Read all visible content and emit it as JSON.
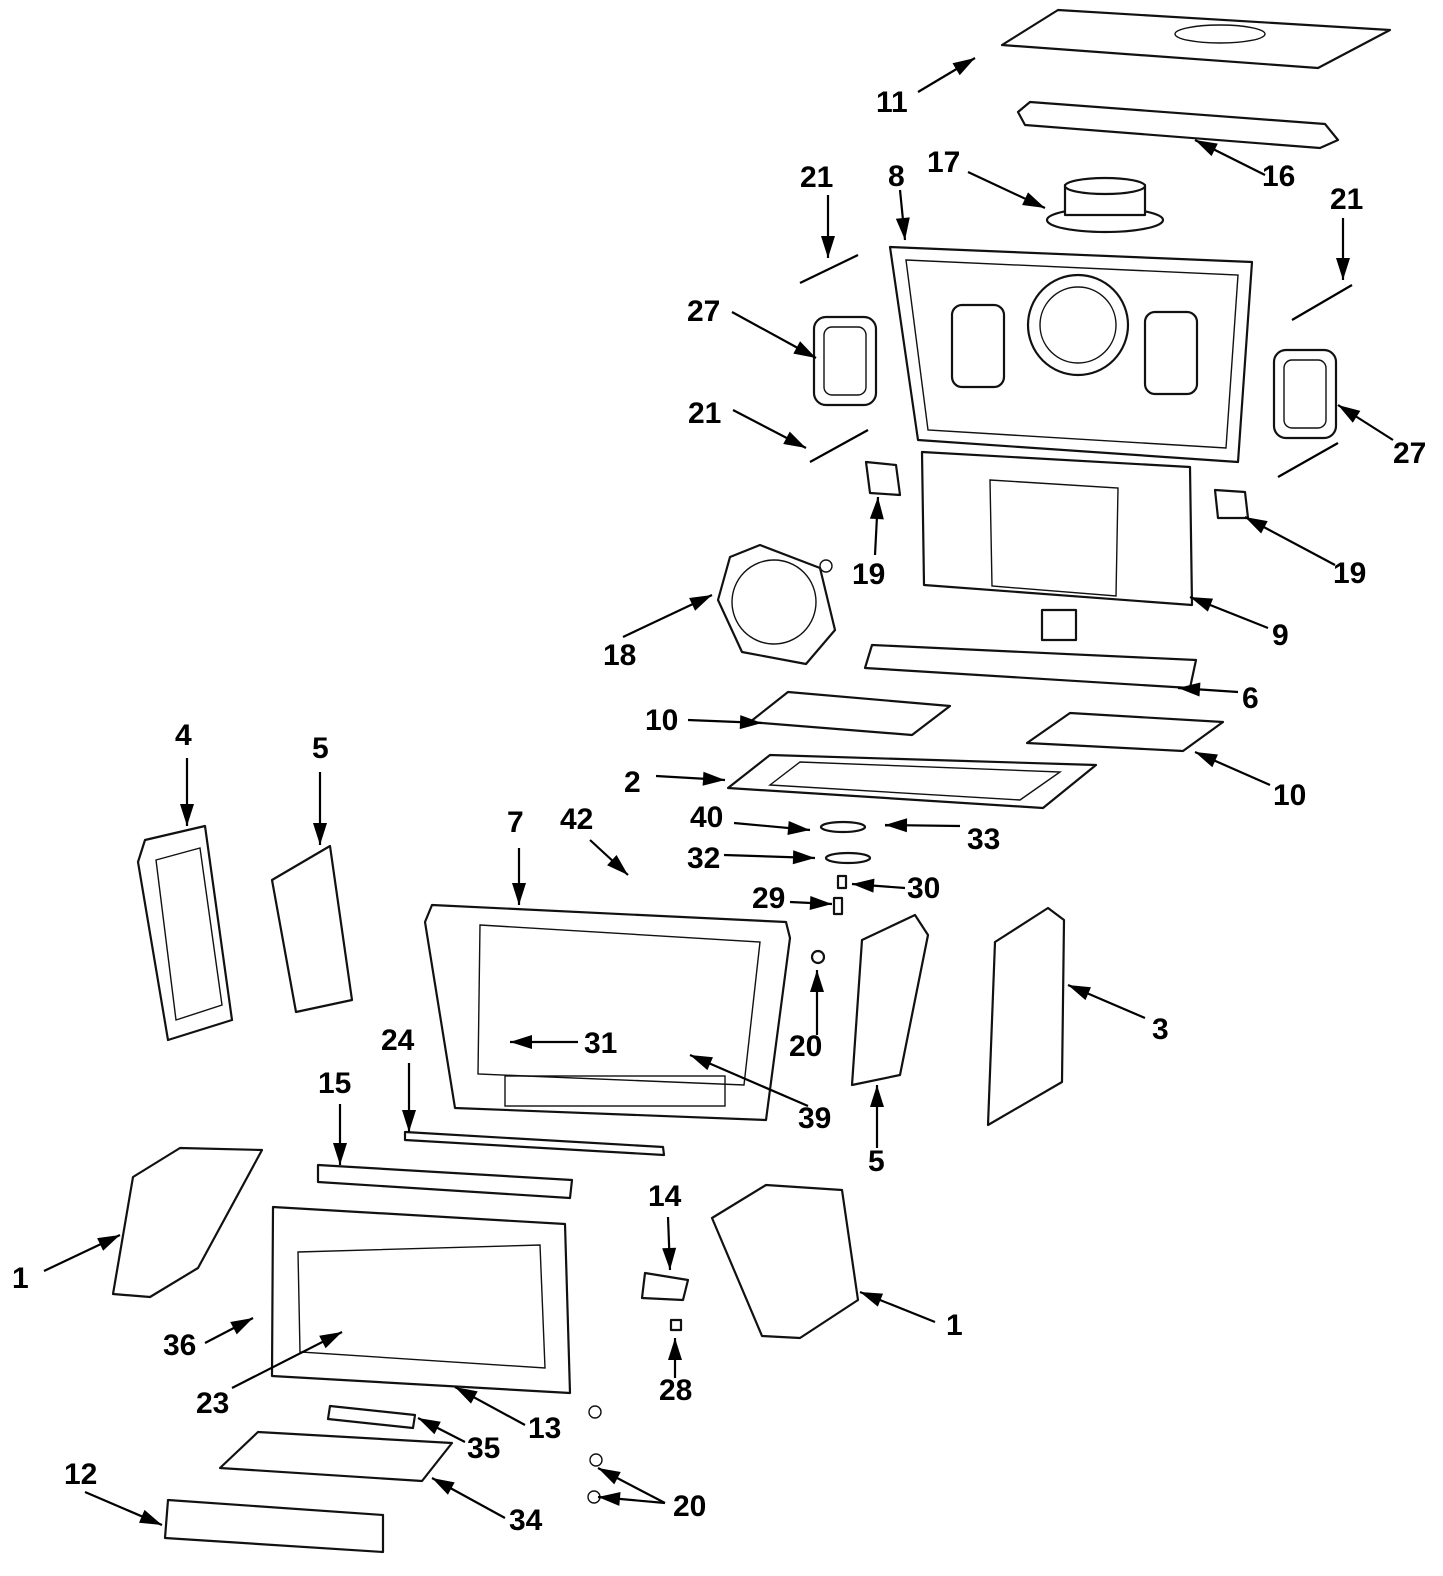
{
  "callouts": [
    {
      "id": "c11a",
      "text": "11"
    },
    {
      "id": "c16",
      "text": "16"
    },
    {
      "id": "c17",
      "text": "17"
    },
    {
      "id": "c8",
      "text": "8"
    },
    {
      "id": "c21a",
      "text": "21"
    },
    {
      "id": "c21b",
      "text": "21"
    },
    {
      "id": "c21c",
      "text": "21"
    },
    {
      "id": "c27a",
      "text": "27"
    },
    {
      "id": "c27b",
      "text": "27"
    },
    {
      "id": "c19a",
      "text": "19"
    },
    {
      "id": "c19b",
      "text": "19"
    },
    {
      "id": "c18",
      "text": "18"
    },
    {
      "id": "c9",
      "text": "9"
    },
    {
      "id": "c6",
      "text": "6"
    },
    {
      "id": "c10a",
      "text": "10"
    },
    {
      "id": "c10b",
      "text": "10"
    },
    {
      "id": "c2",
      "text": "2"
    },
    {
      "id": "c40",
      "text": "40"
    },
    {
      "id": "c33",
      "text": "33"
    },
    {
      "id": "c42",
      "text": "42"
    },
    {
      "id": "c7",
      "text": "7"
    },
    {
      "id": "c32",
      "text": "32"
    },
    {
      "id": "c30",
      "text": "30"
    },
    {
      "id": "c29",
      "text": "29"
    },
    {
      "id": "c4",
      "text": "4"
    },
    {
      "id": "c5a",
      "text": "5"
    },
    {
      "id": "c5b",
      "text": "5"
    },
    {
      "id": "c3",
      "text": "3"
    },
    {
      "id": "c20a",
      "text": "20"
    },
    {
      "id": "c31",
      "text": "31"
    },
    {
      "id": "c39",
      "text": "39"
    },
    {
      "id": "c24",
      "text": "24"
    },
    {
      "id": "c15",
      "text": "15"
    },
    {
      "id": "c14",
      "text": "14"
    },
    {
      "id": "c1a",
      "text": "1"
    },
    {
      "id": "c1b",
      "text": "1"
    },
    {
      "id": "c36",
      "text": "36"
    },
    {
      "id": "c23",
      "text": "23"
    },
    {
      "id": "c13",
      "text": "13"
    },
    {
      "id": "c28",
      "text": "28"
    },
    {
      "id": "c35",
      "text": "35"
    },
    {
      "id": "c34",
      "text": "34"
    },
    {
      "id": "c12",
      "text": "12"
    },
    {
      "id": "c20b",
      "text": "20"
    }
  ]
}
